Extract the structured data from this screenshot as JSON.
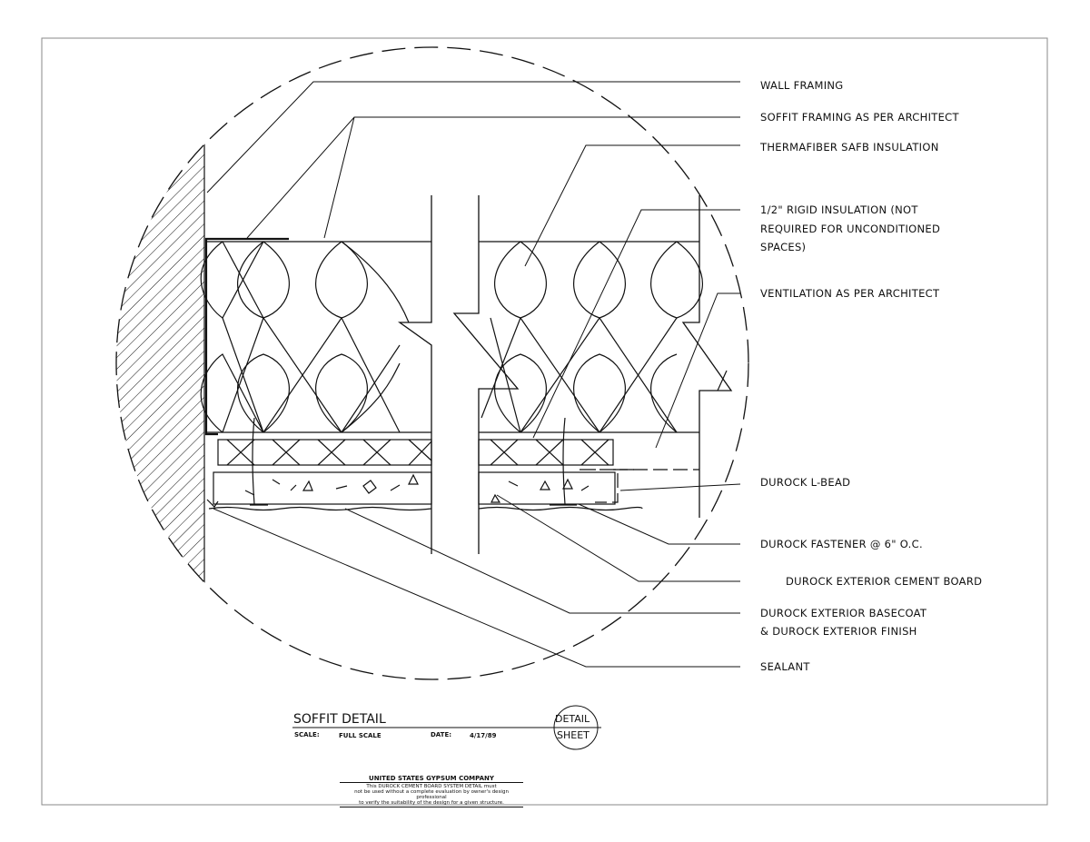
{
  "labels": {
    "wall_framing": "WALL FRAMING",
    "soffit_framing": "SOFFIT FRAMING AS PER ARCHITECT",
    "thermafiber": "THERMAFIBER SAFB INSULATION",
    "rigid_1": "1/2\" RIGID INSULATION (NOT",
    "rigid_2": "REQUIRED FOR UNCONDITIONED",
    "rigid_3": "SPACES)",
    "ventilation": "VENTILATION AS PER ARCHITECT",
    "lbead": "DUROCK L-BEAD",
    "fastener": "DUROCK FASTENER @ 6\" O.C.",
    "cement_board": "DUROCK EXTERIOR CEMENT BOARD",
    "basecoat_1": "DUROCK EXTERIOR BASECOAT",
    "basecoat_2": "& DUROCK EXTERIOR FINISH",
    "sealant": "SEALANT"
  },
  "title_block": {
    "title": "SOFFIT DETAIL",
    "scale_label": "SCALE:",
    "scale_value": "FULL SCALE",
    "date_label": "DATE:",
    "date_value": "4/17/89",
    "detail": "DETAIL",
    "sheet": "SHEET"
  },
  "footer": {
    "company": "UNITED STATES GYPSUM COMPANY",
    "line1": "This DUROCK CEMENT BOARD SYSTEM DETAIL must",
    "line2": "not be used without a complete evaluation by owner's design professional",
    "line3": "to verify the suitability of the design for a given structure."
  }
}
